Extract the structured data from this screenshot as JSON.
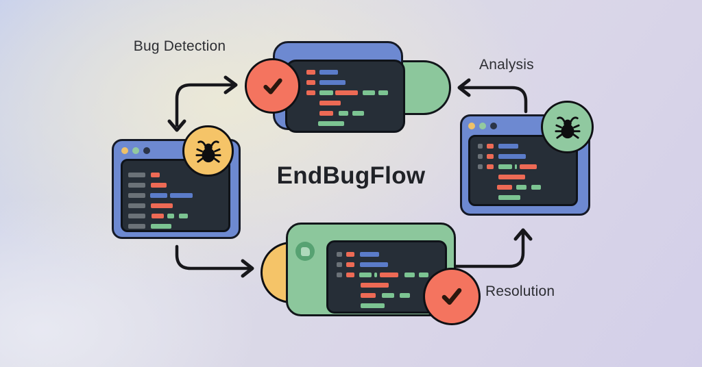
{
  "title": "EndBugFlow",
  "labels": {
    "bug_detection": "Bug Detection",
    "analysis": "Analysis",
    "resolution": "Resolution"
  },
  "colors": {
    "background_top_left": "#c7d0ee",
    "background_beige": "#e9e6d8",
    "background_lavender": "#d3cfe9",
    "window_blue": "#6d89d1",
    "window_green": "#8cc79c",
    "panel_dark": "#262e37",
    "circle_red": "#f4745f",
    "circle_yellow": "#f5c468",
    "circle_green": "#90c9a0",
    "badge_green_dark": "#57a272",
    "arrow_black": "#17171b",
    "code": {
      "blue": "#5b7cc9",
      "red": "#ed6a55",
      "green": "#7cc492",
      "gray": "#6b7278"
    }
  },
  "icons": {
    "top_badge": "check-icon",
    "left_badge": "bug-icon",
    "right_badge": "bug-icon",
    "bottom_left_badge": "file-icon",
    "bottom_right_badge": "check-icon"
  },
  "windows": {
    "top": {
      "rows": [
        [
          {
            "c": "red",
            "w": 13
          },
          {
            "c": "blue",
            "w": 27,
            "ml": 6
          }
        ],
        [
          {
            "c": "red",
            "w": 13
          },
          {
            "c": "blue",
            "w": 38,
            "ml": 6
          }
        ],
        [
          {
            "c": "red",
            "w": 13
          },
          {
            "c": "green",
            "w": 20,
            "ml": 6
          },
          {
            "c": "red",
            "w": 33,
            "ml": 3
          },
          {
            "c": "green",
            "w": 18,
            "ml": 7
          },
          {
            "c": "green",
            "w": 14,
            "ml": 5
          }
        ],
        [
          {
            "c": "red",
            "w": 31,
            "ml": 19
          }
        ],
        [
          {
            "c": "red",
            "w": 20,
            "ml": 19
          },
          {
            "c": "green",
            "w": 14,
            "ml": 8
          },
          {
            "c": "green",
            "w": 17,
            "ml": 6
          }
        ],
        [
          {
            "c": "green",
            "w": 38,
            "ml": 17
          }
        ]
      ]
    },
    "left": {
      "rows": [
        [
          {
            "c": "gray",
            "w": 25
          },
          {
            "c": "red",
            "w": 13,
            "ml": 8
          }
        ],
        [
          {
            "c": "gray",
            "w": 25
          },
          {
            "c": "red",
            "w": 23,
            "ml": 8
          }
        ],
        [
          {
            "c": "gray",
            "w": 25
          },
          {
            "c": "blue",
            "w": 25,
            "ml": 7
          },
          {
            "c": "blue",
            "w": 33,
            "ml": 4
          }
        ],
        [
          {
            "c": "gray",
            "w": 25
          },
          {
            "c": "red",
            "w": 32,
            "ml": 8
          }
        ],
        [
          {
            "c": "gray",
            "w": 25
          },
          {
            "c": "red",
            "w": 18,
            "ml": 9
          },
          {
            "c": "green",
            "w": 10,
            "ml": 5
          },
          {
            "c": "green",
            "w": 13,
            "ml": 7
          }
        ],
        [
          {
            "c": "gray",
            "w": 25
          },
          {
            "c": "green",
            "w": 30,
            "ml": 8
          }
        ]
      ]
    },
    "right": {
      "rows": [
        [
          {
            "c": "gray",
            "w": 7
          },
          {
            "c": "red",
            "w": 10,
            "ml": 6
          },
          {
            "c": "blue",
            "w": 29,
            "ml": 7
          }
        ],
        [
          {
            "c": "gray",
            "w": 7
          },
          {
            "c": "red",
            "w": 10,
            "ml": 6
          },
          {
            "c": "blue",
            "w": 40,
            "ml": 7
          }
        ],
        [
          {
            "c": "gray",
            "w": 7
          },
          {
            "c": "red",
            "w": 10,
            "ml": 6
          },
          {
            "c": "green",
            "w": 20,
            "ml": 7
          },
          {
            "c": "green",
            "w": 3,
            "ml": 4
          },
          {
            "c": "red",
            "w": 25,
            "ml": 4
          }
        ],
        [
          {
            "c": "red",
            "w": 39,
            "ml": 30
          }
        ],
        [
          {
            "c": "red",
            "w": 22,
            "ml": 28
          },
          {
            "c": "green",
            "w": 15,
            "ml": 6
          },
          {
            "c": "green",
            "w": 14,
            "ml": 7
          }
        ],
        [
          {
            "c": "green",
            "w": 32,
            "ml": 30
          }
        ]
      ]
    },
    "bottom": {
      "rows": [
        [
          {
            "c": "gray",
            "w": 8
          },
          {
            "c": "red",
            "w": 12,
            "ml": 6
          },
          {
            "c": "blue",
            "w": 28,
            "ml": 8
          }
        ],
        [
          {
            "c": "gray",
            "w": 8
          },
          {
            "c": "red",
            "w": 12,
            "ml": 6
          },
          {
            "c": "blue",
            "w": 41,
            "ml": 8
          }
        ],
        [
          {
            "c": "gray",
            "w": 8
          },
          {
            "c": "red",
            "w": 12,
            "ml": 6
          },
          {
            "c": "green",
            "w": 18,
            "ml": 7
          },
          {
            "c": "green",
            "w": 4,
            "ml": 4
          },
          {
            "c": "red",
            "w": 27,
            "ml": 4
          },
          {
            "c": "green",
            "w": 15,
            "ml": 9
          },
          {
            "c": "green",
            "w": 14,
            "ml": 6
          }
        ],
        [
          {
            "c": "red",
            "w": 41,
            "ml": 35
          }
        ],
        [
          {
            "c": "red",
            "w": 22,
            "ml": 35
          },
          {
            "c": "green",
            "w": 18,
            "ml": 9
          },
          {
            "c": "green",
            "w": 15,
            "ml": 8
          }
        ],
        [
          {
            "c": "green",
            "w": 35,
            "ml": 35
          }
        ]
      ]
    }
  }
}
